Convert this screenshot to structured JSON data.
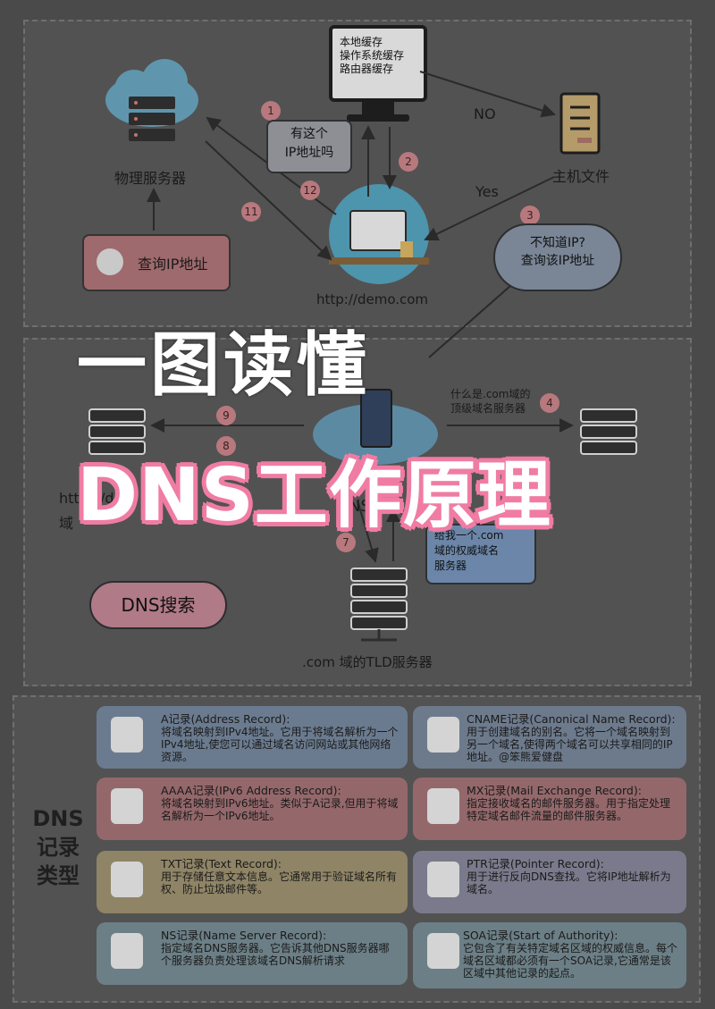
{
  "title": {
    "line1": "一图读懂",
    "line2": "DNS工作原理"
  },
  "top": {
    "cache_lines": [
      "本地缓存",
      "操作系统缓存",
      "路由器缓存"
    ],
    "no_label": "NO",
    "yes_label": "Yes",
    "hosts_file": "主机文件",
    "physical_server": "物理服务器",
    "query_ip": "查询IP地址",
    "question": "有这个\nIP地址吗",
    "not_know": "不知道IP?\n查询该IP地址",
    "url": "http://demo.com",
    "steps": [
      "1",
      "2",
      "3",
      "11",
      "12"
    ]
  },
  "mid": {
    "what_com": "什么是.com域的\n顶级域名服务器",
    "step4": "4",
    "step9": "9",
    "step8": "8",
    "step7": "7",
    "dns_search": "DNS搜索",
    "give_me": "给我一个.com\n域的权威域名\n服务器",
    "tld_server": ".com 域的TLD服务器",
    "partial_left1": "htt",
    "partial_left2": "域",
    "partial_http": "/de",
    "partial_dns": "DNS解",
    "partial_dot": "o.com"
  },
  "records_heading": "DNS\n记录\n类型",
  "records": [
    {
      "title": "A记录(Address Record):",
      "desc": "将域名映射到IPv4地址。它用于将域名解析为一个IPv4地址,使您可以通过域名访问网站或其他网络资源。",
      "icon": "map-pin-icon",
      "color": "#6b7b8f"
    },
    {
      "title": "CNAME记录(Canonical Name Record):",
      "desc": "用于创建域名的别名。它将一个域名映射到另一个域名,使得两个域名可以共享相同的IP地址。@笨熊爱健盘",
      "icon": "cname-icon",
      "color": "#6d7a8c"
    },
    {
      "title": "AAAA记录(IPv6 Address Record):",
      "desc": "将域名映射到IPv6地址。类似于A记录,但用于将域名解析为一个IPv6地址。",
      "icon": "map-icon",
      "color": "#94686b"
    },
    {
      "title": "MX记录(Mail Exchange Record):",
      "desc": "指定接收域名的邮件服务器。用于指定处理特定域名邮件流量的邮件服务器。",
      "icon": "mail-icon",
      "color": "#94686b"
    },
    {
      "title": "TXT记录(Text Record):",
      "desc": "用于存储任意文本信息。它通常用于验证域名所有权、防止垃圾邮件等。",
      "icon": "document-icon",
      "color": "#8f8466"
    },
    {
      "title": "PTR记录(Pointer Record):",
      "desc": "用于进行反向DNS查找。它将IP地址解析为域名。",
      "icon": "file-text-icon",
      "color": "#7a7a8c"
    },
    {
      "title": "NS记录(Name Server Record):",
      "desc": "指定域名DNS服务器。它告诉其他DNS服务器哪个服务器负责处理该域名DNS解析请求",
      "icon": "server-icon",
      "color": "#6c7f86"
    },
    {
      "title": "SOA记录(Start of Authority):",
      "desc": "它包含了有关特定域名区域的权威信息。每个域名区域都必须有一个SOA记录,它通常是该区域中其他记录的起点。",
      "icon": "info-icon",
      "color": "#6c7f86"
    }
  ]
}
